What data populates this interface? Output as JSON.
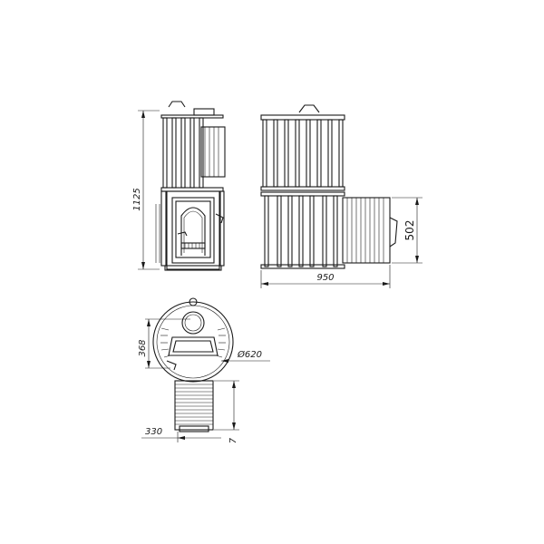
{
  "dimensions": {
    "height_total": "1125",
    "width_total": "950",
    "tank_height": "502",
    "diameter": "Ø620",
    "offset_top": "368",
    "offset_bottom": "330",
    "tube_offset": "7"
  },
  "colors": {
    "line": "#1a1a1a",
    "background": "#ffffff"
  }
}
